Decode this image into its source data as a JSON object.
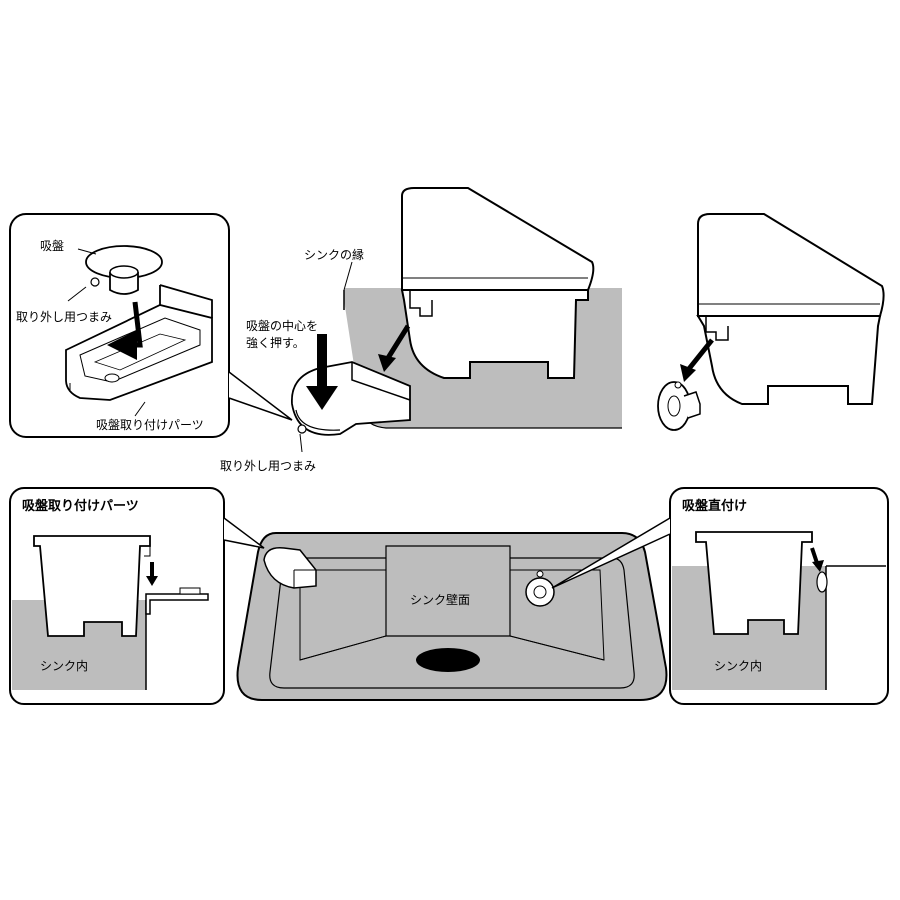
{
  "labels": {
    "suction_cup": "吸盤",
    "removal_tab": "取り外し用つまみ",
    "mount_part": "吸盤取り付けパーツ",
    "sink_edge": "シンクの縁",
    "press_line1": "吸盤の中心を",
    "press_line2": "強く押す。",
    "removal_tab_bottom": "取り外し用つまみ",
    "left_panel_title": "吸盤取り付けパーツ",
    "right_panel_title": "吸盤直付け",
    "sink_inside_left": "シンク内",
    "sink_inside_right": "シンク内",
    "sink_wall": "シンク壁面"
  },
  "colors": {
    "sink_gray": "#bdbdbd",
    "line": "#000000",
    "white": "#ffffff"
  }
}
